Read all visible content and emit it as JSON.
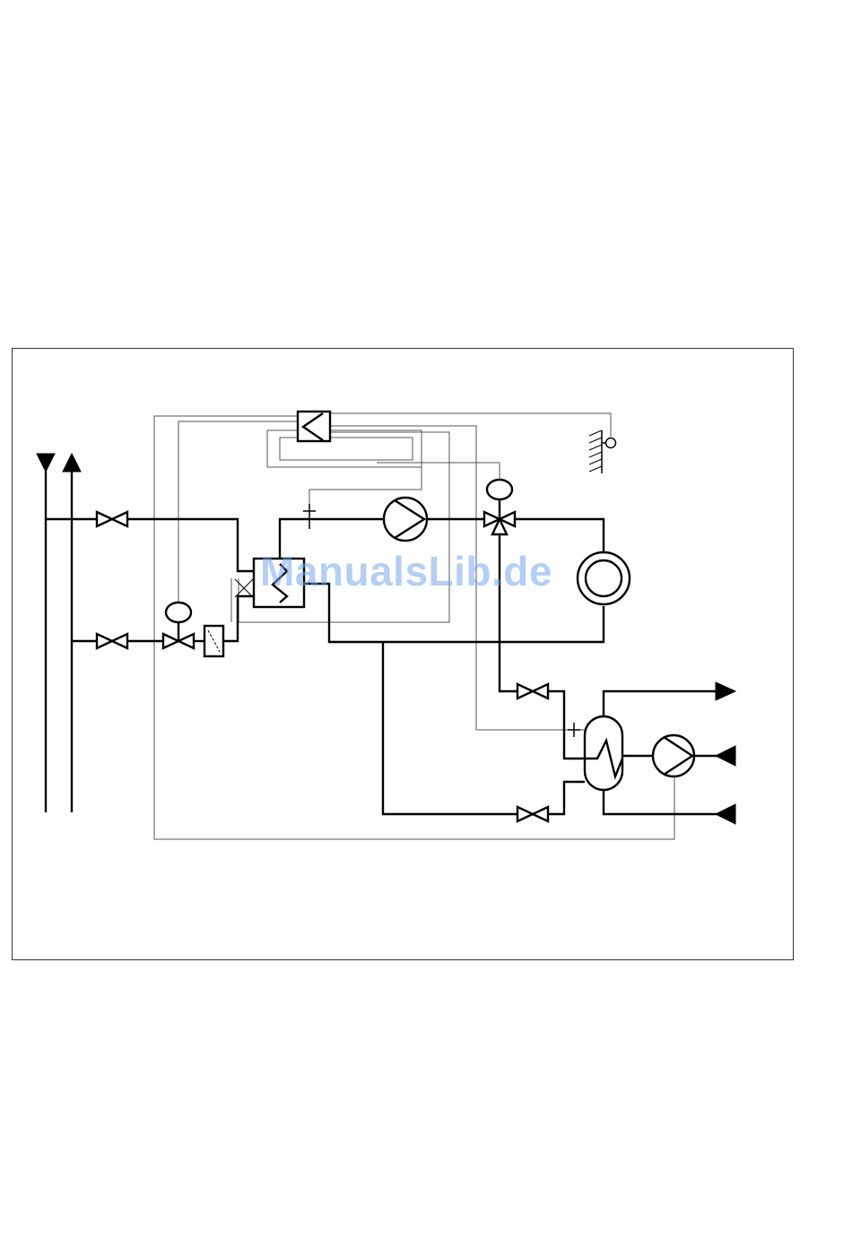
{
  "watermark": {
    "text": "ManualsLib.de",
    "color": "#78a5eb"
  },
  "colors": {
    "line": "#000000",
    "control_line": "#555555",
    "background": "#ffffff"
  },
  "components": {
    "flow_headers": [
      "supply-down-arrow",
      "return-up-arrow"
    ],
    "isolation_valves": 6,
    "pumps": 2,
    "heat_exchangers": 2,
    "controller": "controller-box",
    "outdoor_sensor": "outdoor-temperature-sensor",
    "three_way_valve": "mixing-valve",
    "heating_circuit": "radiator-loop",
    "dhw_tank": "hot-water-storage"
  }
}
